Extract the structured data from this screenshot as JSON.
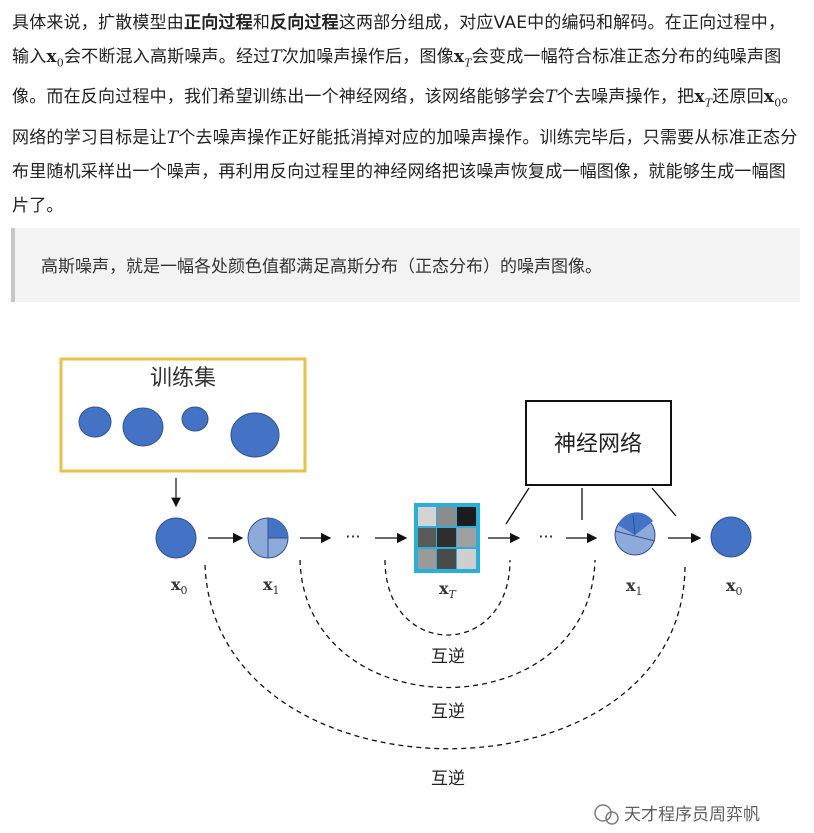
{
  "paragraph": {
    "s1": "具体来说，扩散模型由",
    "b1": "正向过程",
    "s2": "和",
    "b2": "反向过程",
    "s3": "这两部分组成，对应VAE中的编码和解码。在正向过程中，输入",
    "x0": "x",
    "x0_sub": "0",
    "s4": "会不断混入高斯噪声。经过",
    "T1": "T",
    "s5": "次加噪声操作后，图像",
    "xT": "x",
    "xT_sub": "T",
    "s6": "会变成一幅符合标准正态分布的纯噪声图像。而在反向过程中，我们希望训练出一个神经网络，该网络能够学会",
    "T2": "T",
    "s7": "个去噪声操作，把",
    "xT2": "x",
    "xT2_sub": "T",
    "s8": "还原回",
    "x02": "x",
    "x02_sub": "0",
    "s9": "。网络的学习目标是让",
    "T3": "T",
    "s10": "个去噪声操作正好能抵消掉对应的加噪声操作。训练完毕后，只需要从标准正态分布里随机采样出一个噪声，再利用反向过程里的神经网络把该噪声恢复成一幅图像，就能够生成一幅图片了。"
  },
  "quote": "高斯噪声，就是一幅各处颜色值都满足高斯分布（正态分布）的噪声图像。",
  "diagram": {
    "training_set_label": "训练集",
    "network_label": "神经网络",
    "ellipsis": "···",
    "labels": {
      "x0_left": "x",
      "x0_left_sub": "0",
      "x1_left": "x",
      "x1_left_sub": "1",
      "xT": "x",
      "xT_sub": "T",
      "x1_right": "x",
      "x1_right_sub": "1",
      "x0_right": "x",
      "x0_right_sub": "0"
    },
    "inverse_label": "互逆",
    "inverse_label_2": "互逆",
    "inverse_label_3": "互逆",
    "colors": {
      "dot": "#4472c4",
      "dot_light": "#8eaadb",
      "box_border": "#e6c34a",
      "noise_border": "#2ab0d8"
    }
  },
  "watermark": "天才程序员周弈帆"
}
